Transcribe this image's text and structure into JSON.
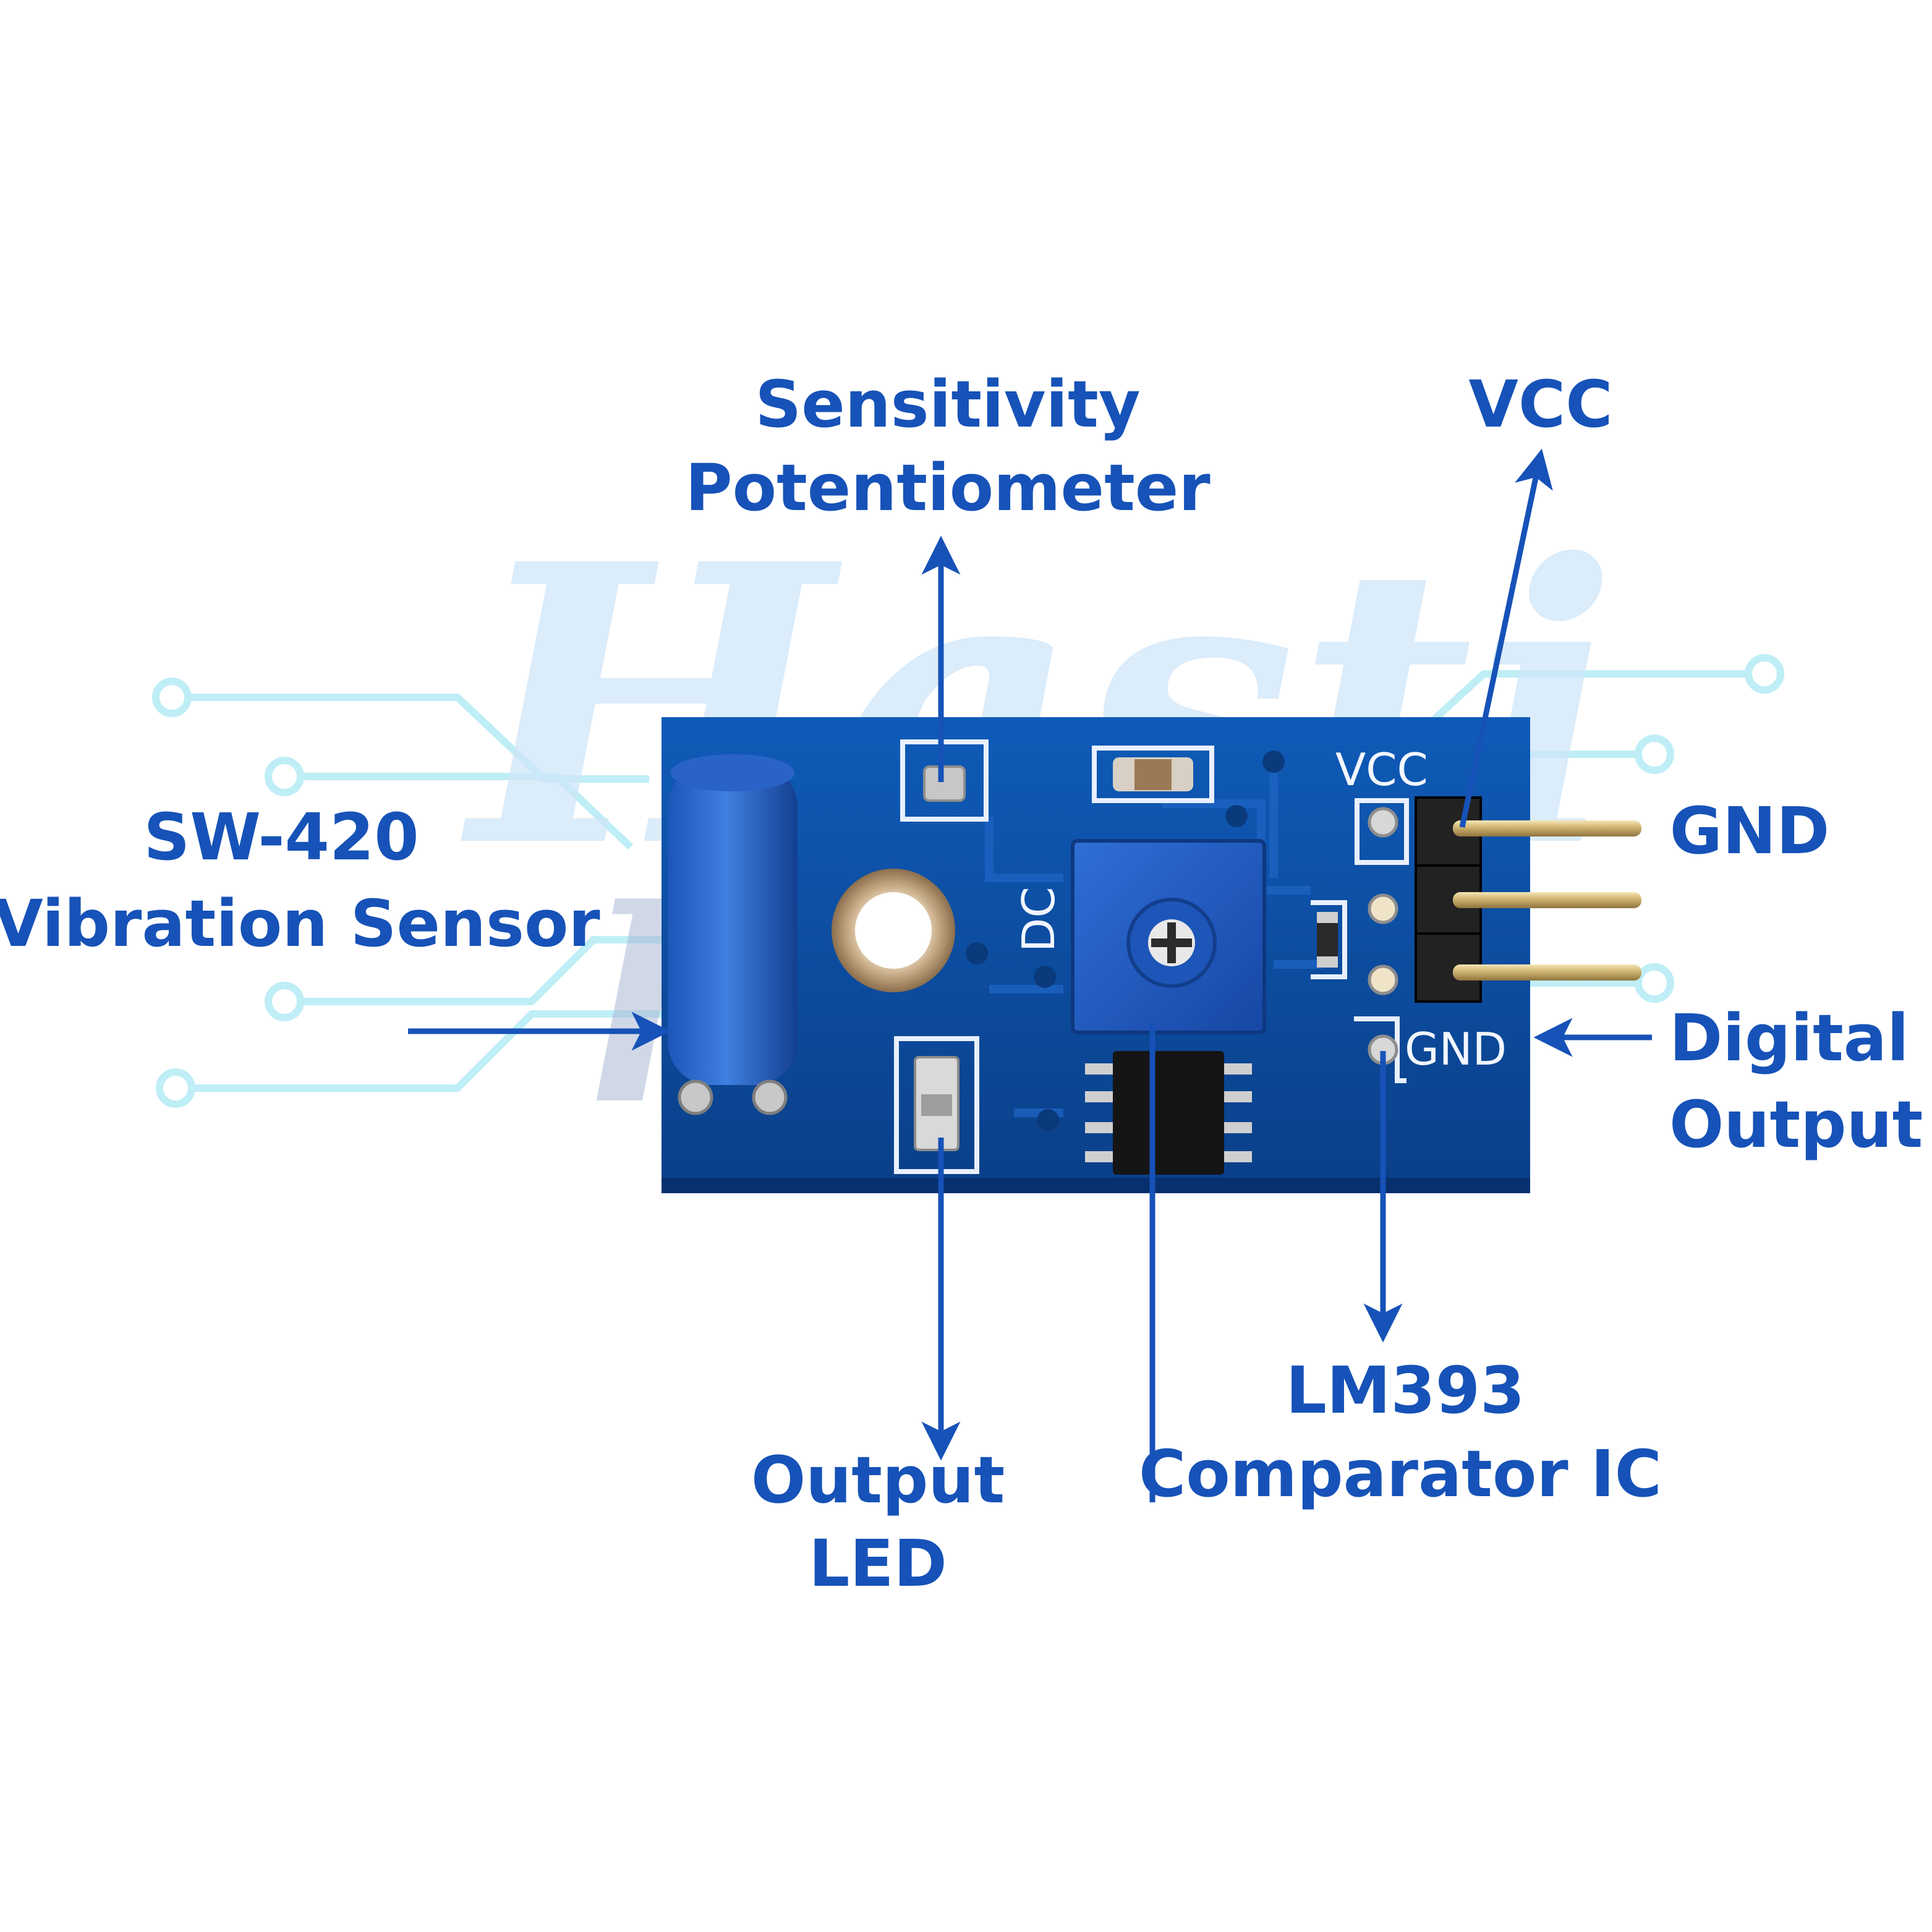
{
  "colors": {
    "label": "#1652b8",
    "board": "#0d4a9c",
    "circuit_lines": "#bfeef6",
    "watermark": "#cfe6f8"
  },
  "watermark": {
    "line1": "Hasti",
    "line2": "hi"
  },
  "silkscreen": {
    "vcc": "VCC",
    "gnd": "GND",
    "dc": "DC"
  },
  "labels": {
    "sensitivity_potentiometer": [
      "Sensitivity",
      "Potentiometer"
    ],
    "vcc": "VCC",
    "gnd": "GND",
    "vibration_sensor": [
      "SW-420",
      "Vibration Sensor"
    ],
    "digital_output": [
      "Digital",
      "Output"
    ],
    "output_led": [
      "Output",
      "LED"
    ],
    "comparator_ic": [
      "LM393",
      "Comparator IC"
    ]
  }
}
